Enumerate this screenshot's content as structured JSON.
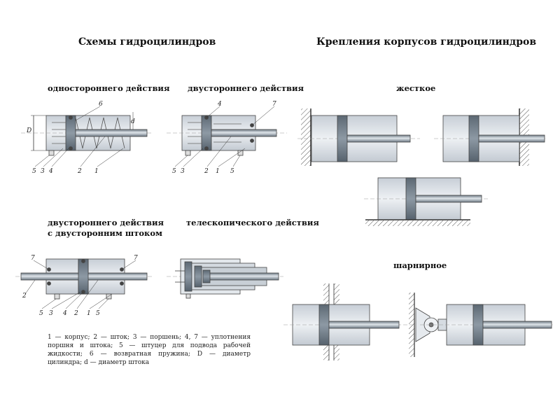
{
  "titles": {
    "left": "Схемы гидроцилиндров",
    "right": "Крепления корпусов гидроцилиндров"
  },
  "subtitles": {
    "single": "одностороннего действия",
    "double": "двустороннего действия",
    "double_rod_1": "двустороннего действия",
    "double_rod_2": "с двусторонним штоком",
    "telescopic": "телескопического действия",
    "rigid": "жесткое",
    "hinged": "шарнирное"
  },
  "labels": {
    "single": [
      "6",
      "D",
      "d",
      "5",
      "3",
      "4",
      "2",
      "1"
    ],
    "double": [
      "4",
      "7",
      "5",
      "3",
      "2",
      "1",
      "5"
    ],
    "double_rod": [
      "7",
      "7",
      "2",
      "5",
      "3",
      "4",
      "2",
      "1",
      "5"
    ]
  },
  "legend": "1 — корпус; 2 — шток; 3 — поршень; 4, 7 — уплотнения поршня и штока; 5 — штуцер для подвода рабочей жидкости; 6 — возвратная пружина; D — диаметр цилиндра; d — диаметр штока"
}
